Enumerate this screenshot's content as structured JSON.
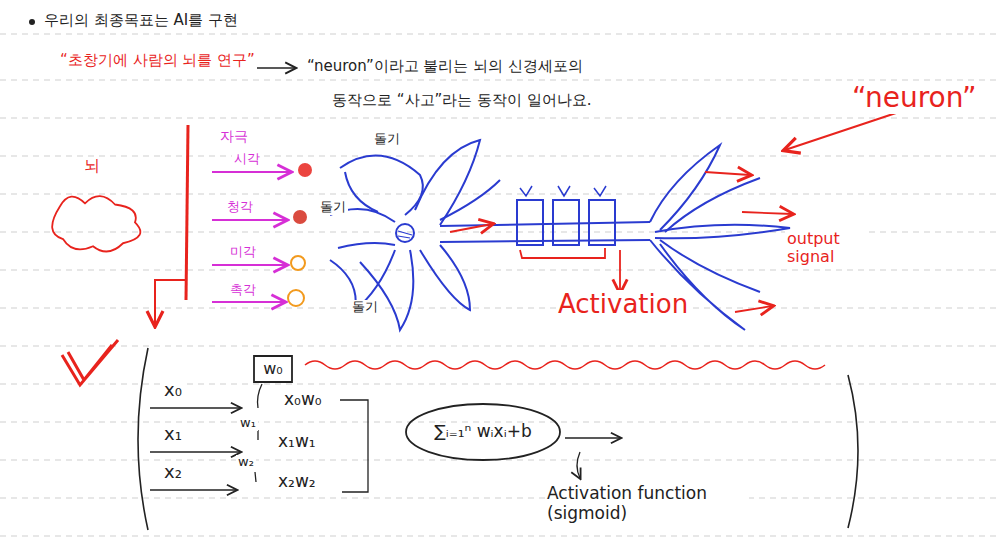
{
  "diagram": {
    "title": "우리의 최종목표는 AI를 구현",
    "nodes": [
      {
        "text": [
          "뇌"
        ]
      },
      {
        "text": [
          "w₀"
        ]
      },
      {
        "text": [
          "∑ᵢ₌₁ⁿ wᵢxᵢ+b"
        ]
      }
    ],
    "labels": [
      "“초창기에 사람의 뇌를 연구”",
      "“neuron”이라고 불리는 뇌의 신경세포의",
      "동작으로 “사고”라는 동작이 일어나요.",
      "“neuron”",
      "자극",
      "시각",
      "청각",
      "미각",
      "촉각",
      "돌기",
      "돌기",
      "돌기",
      "Activation",
      "output signal",
      "x₀",
      "x₁",
      "x₂",
      "w₁",
      "w₂",
      "x₀w₀",
      "x₁w₁",
      "x₂w₂",
      "Activation function (sigmoid)"
    ]
  }
}
